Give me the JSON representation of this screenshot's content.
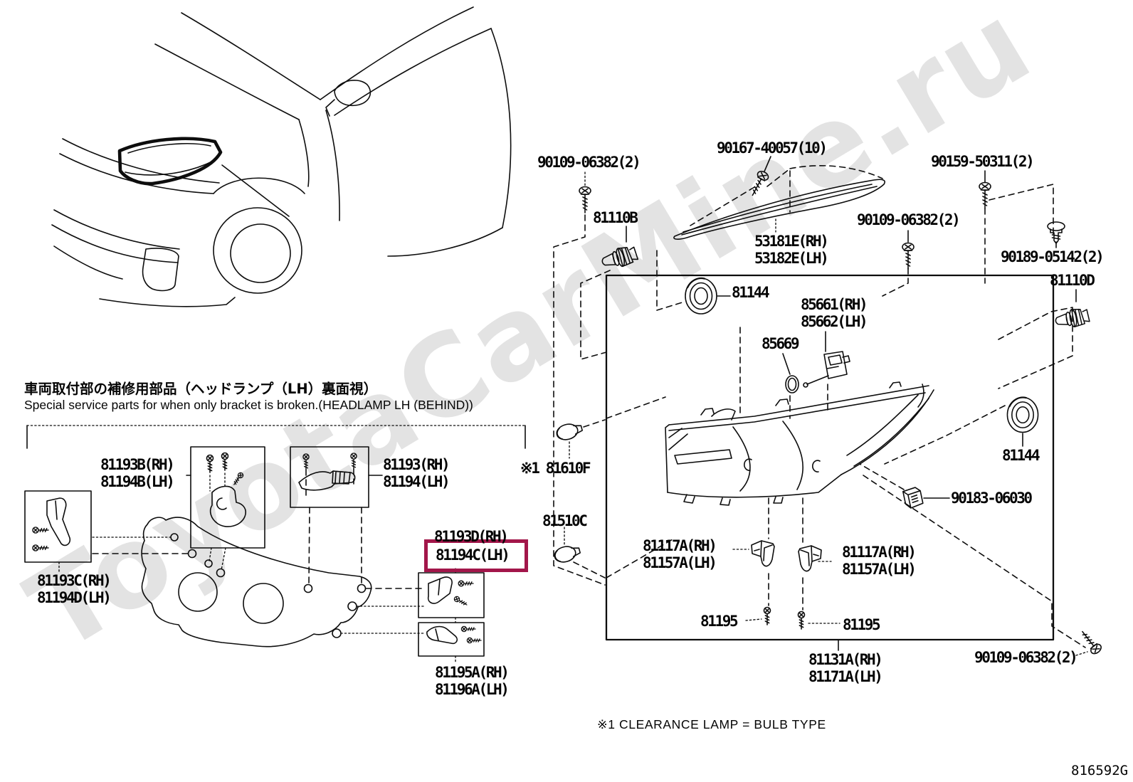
{
  "page": {
    "watermark": "ToyotaCarMine.ru",
    "diagram_code": "816592G",
    "footnote": "※1 CLEARANCE LAMP = BULB TYPE",
    "heading_jp": "車両取付部の補修用部品（ヘッドランプ（LH）裏面視）",
    "heading_en": "Special service parts for when only bracket is broken.(HEADLAMP LH (BEHIND))",
    "highlight_color": "#a2164a"
  },
  "parts": {
    "screw_90109_top_left": "90109-06382(2)",
    "screw_90167": "90167-40057(10)",
    "screw_90159": "90159-50311(2)",
    "bulb_81110B": "81110B",
    "screw_90109_mid": "90109-06382(2)",
    "retainer_53181E": "53181E(RH)\n53182E(LH)",
    "clip_90189": "90189-05142(2)",
    "bulb_81110D": "81110D",
    "grommet_81144_left": "81144",
    "leveling_motor_85661": "85661(RH)\n85662(LH)",
    "oring_85669": "85669",
    "bulb_81610F": "※1 81610F",
    "grommet_81144_right": "81144",
    "clip_90183": "90183-06030",
    "bulb_81510C": "81510C",
    "bracket_81117A_left": "81117A(RH)\n81157A(LH)",
    "bracket_81117A_right": "81117A(RH)\n81157A(LH)",
    "screw_81195_left": "81195",
    "screw_81195_right": "81195",
    "headlamp_unit_81131A": "81131A(RH)\n81171A(LH)",
    "screw_90109_bottom_right": "90109-06382(2)",
    "bracket_81193B": "81193B(RH)\n81194B(LH)",
    "bracket_81193": "81193(RH)\n81194(LH)",
    "bracket_81193C": "81193C(RH)\n81194D(LH)",
    "bracket_81193D": "81193D(RH)",
    "bracket_81194C_highlighted": "81194C(LH)",
    "bracket_81195A": "81195A(RH)\n81196A(LH)"
  }
}
